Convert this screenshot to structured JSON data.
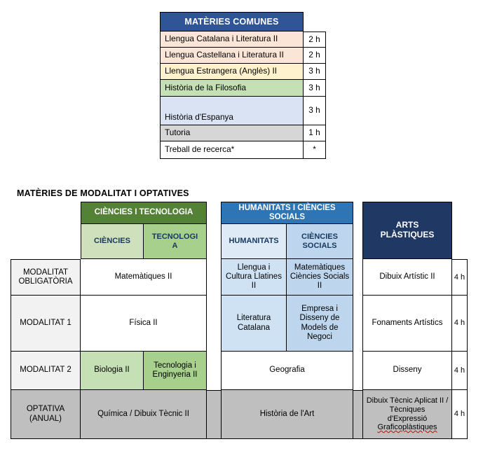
{
  "colors": {
    "comunes_header_bg": "#2F5597",
    "peach": "#FBE5D6",
    "yellow": "#FFF2CC",
    "light_green": "#C5E0B4",
    "light_blue": "#DAE3F3",
    "gray": "#D6D6D6",
    "dark_gray_row": "#BFBFBF",
    "green_header": "#538135",
    "green_sub_dark": "#A8D08D",
    "blue_header": "#2E75B6",
    "blue_sub_light": "#DEEAF6",
    "blue_sub_dark": "#BDD6EE",
    "navy_header": "#1F3864",
    "label_col": "#F2F2F2",
    "spellcheck_underline": "#CC0000"
  },
  "comunes": {
    "title": "MATÈRIES COMUNES",
    "rows": [
      {
        "label": "Llengua Catalana i Literatura II",
        "hours": "2 h"
      },
      {
        "label": "Llengua Castellana i Literatura II",
        "hours": "2 h"
      },
      {
        "label": "Llengua Estrangera (Anglès) II",
        "hours": "3 h"
      },
      {
        "label": "Història de la Filosofia",
        "hours": "3 h"
      },
      {
        "label": "Història d'Espanya",
        "hours": "3 h"
      },
      {
        "label": "Tutoria",
        "hours": "1 h"
      },
      {
        "label": "Treball de recerca*",
        "hours": "*"
      }
    ]
  },
  "modalitat": {
    "section_title": "MATÈRIES DE MODALITAT I OPTATIVES",
    "headers": {
      "ciencies_tecnologia": "CIÈNCIES I TECNOLOGIA",
      "sub_ciencies": "CIÈNCIES",
      "sub_tecnologia": "TECNOLOGIA",
      "humanitats_socials": "HUMANITATS I CIÈNCIES SOCIALS",
      "sub_humanitats": "HUMANITATS",
      "sub_socials": "CIÈNCIES SOCIALS",
      "arts": "ARTS PLÀSTIQUES"
    },
    "row_labels": [
      "MODALITAT OBLIGATÒRIA",
      "MODALITAT 1",
      "MODALITAT 2",
      "OPTATIVA (ANUAL)"
    ],
    "cells": {
      "ct_row1": "Matemàtiques II",
      "ct_row2": "Física II",
      "ct_row3_ciencies": "Biologia II",
      "ct_row3_tecnologia": "Tecnologia i Enginyeria II",
      "ct_row4": "Química / Dibuix Tècnic II",
      "hum_row1": "Llengua i Cultura Llatines II",
      "soc_row1": "Matemàtiques Ciències Socials II",
      "hum_row2": "Literatura Catalana",
      "soc_row2": "Empresa i Disseny de Models de Negoci",
      "hs_row3": "Geografia",
      "hs_row4": "Història de l'Art",
      "arts_row1": "Dibuix Artístic II",
      "arts_row2": "Fonaments Artístics",
      "arts_row3": "Disseny",
      "arts_row4": {
        "lines": [
          "Dibuix Tècnic Aplicat II /",
          "Tècniques",
          "d'Expressió"
        ],
        "misspelled": "Graficoplàstiques"
      },
      "hours": [
        "4 h",
        "4 h",
        "4 h",
        "4 h"
      ]
    }
  }
}
